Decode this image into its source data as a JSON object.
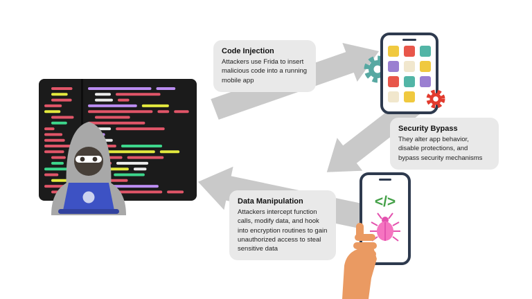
{
  "diagram": {
    "background": "#ffffff",
    "callouts": [
      {
        "title": "Code Injection",
        "body": "Attackers use Frida to insert malicious code into a running mobile app"
      },
      {
        "title": "Security Bypass",
        "body": "They alter app behavior, disable protections, and bypass security mechanisms"
      },
      {
        "title": "Data Manipulation",
        "body": "Attackers intercept function calls, modify data, and hook into encryption routines to gain unauthorized access to steal sensitive data"
      }
    ],
    "devices": {
      "code_symbol": "</>"
    },
    "icons": {
      "hacker": "hooded-hacker-at-laptop-icon",
      "screen": "code-terminal-screen-icon",
      "top_phone": "mobile-app-with-gears-icon",
      "bottom_phone": "hand-holding-phone-with-bug-icon",
      "arrows": "gray-flow-arrow"
    },
    "colors": {
      "callout_bg": "#e9e9e9",
      "arrow_gray": "#c9c9c9",
      "screen_bg": "#1b1b1b",
      "code_red": "#e05568",
      "code_yellow": "#e3e93e",
      "code_green": "#3dd68c",
      "code_purple": "#bb8df2",
      "laptop_blue": "#3d52c4",
      "hood_gray": "#a8a8a8",
      "gear_teal": "#57a8a2",
      "gear_red": "#e23b2e",
      "bug_pink": "#f574c0",
      "bug_magenta": "#e352ae",
      "code_symbol_green": "#43a047",
      "hand_skin": "#ea9a62",
      "phone_border": "#2e3a4e"
    }
  }
}
